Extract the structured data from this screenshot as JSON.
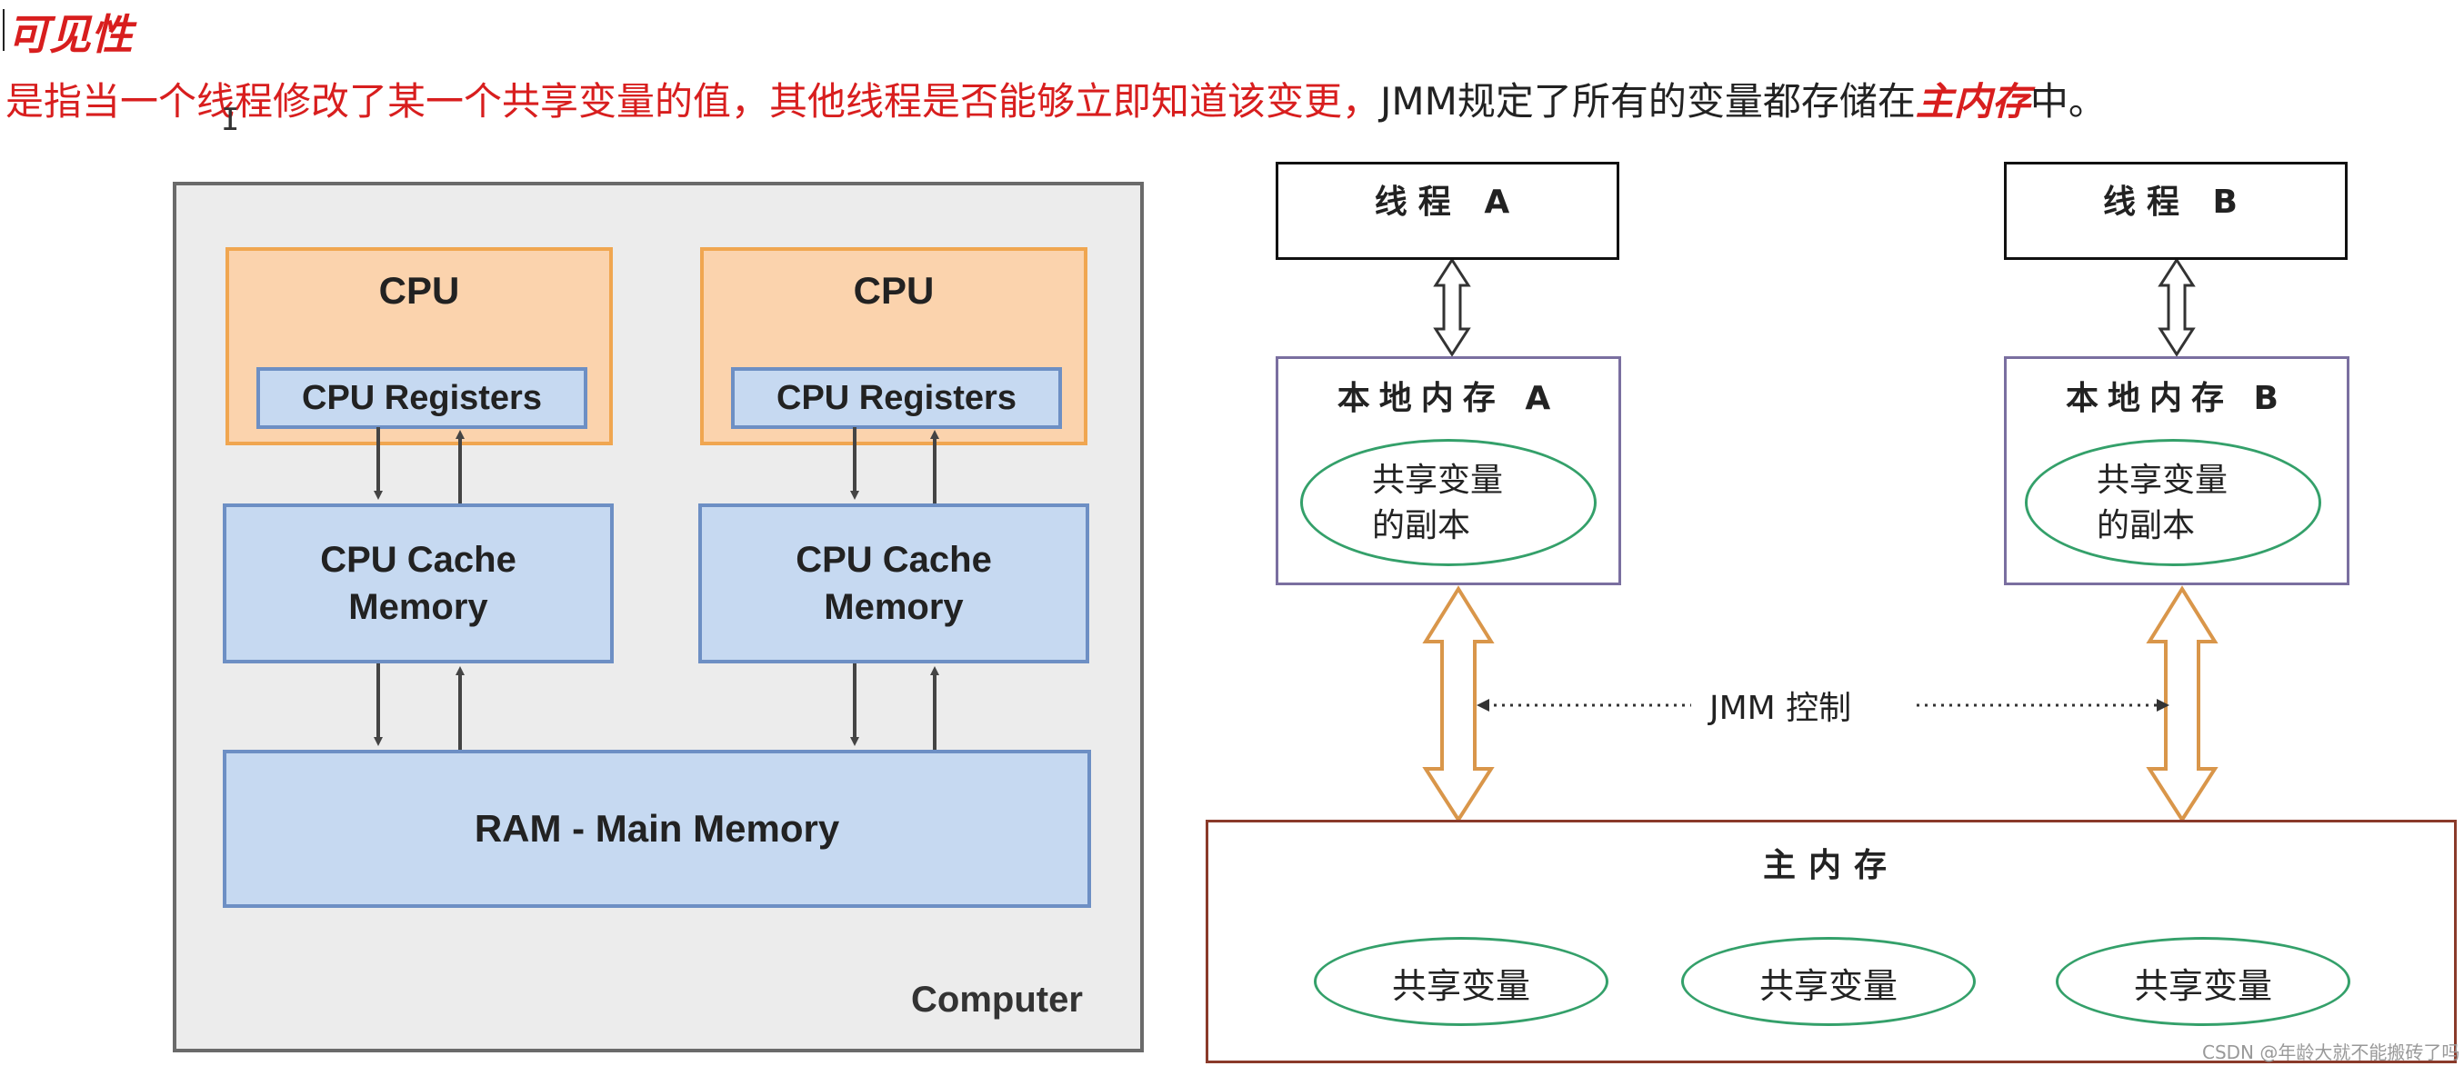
{
  "heading": "可见性",
  "description": {
    "red_part": "是指当一个线程修改了某一个共享变量的值，其他线程是否能够立即知道该变更，",
    "black_part": "JMM规定了所有的变量都存储在",
    "emphasis": "主内存",
    "suffix": "中。"
  },
  "left_diagram": {
    "computer_label": "Computer",
    "cpus": [
      {
        "title": "CPU",
        "registers": "CPU Registers",
        "cache_line1": "CPU Cache",
        "cache_line2": "Memory"
      },
      {
        "title": "CPU",
        "registers": "CPU Registers",
        "cache_line1": "CPU Cache",
        "cache_line2": "Memory"
      }
    ],
    "ram": "RAM - Main Memory"
  },
  "right_diagram": {
    "thread_a": "线程 A",
    "thread_b": "线程 B",
    "local_a": "本地内存 A",
    "local_b": "本地内存 B",
    "copy_line1": "共享变量",
    "copy_line2": "的副本",
    "jmm_control": "JMM 控制",
    "main_memory": "主内存",
    "shared_vars": [
      "共享变量",
      "共享变量",
      "共享变量"
    ]
  },
  "watermark": "CSDN @年龄大就不能搬砖了吗",
  "colors": {
    "red": "#d81e1e",
    "cpu_fill": "#fbd3ad",
    "cpu_border": "#f0a650",
    "blue_fill": "#c6d9f1",
    "blue_border": "#6d8fc4",
    "computer_fill": "#ececec",
    "ellipse_border": "#34a06a",
    "orange_arrow": "#d9964a",
    "main_border": "#8a3a2a"
  }
}
